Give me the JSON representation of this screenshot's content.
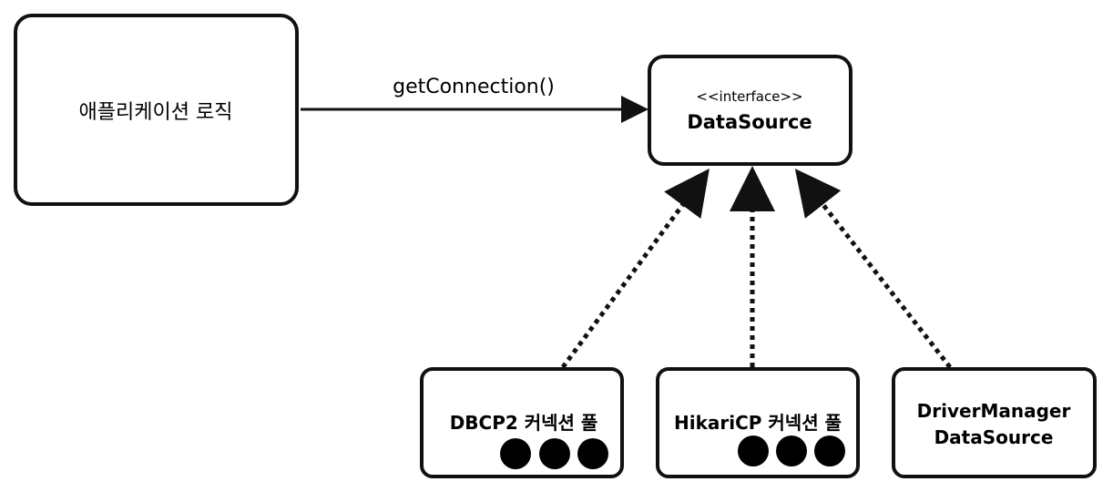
{
  "diagram": {
    "nodes": {
      "app_logic": {
        "label": "애플리케이션 로직"
      },
      "datasource": {
        "stereotype": "<<interface>>",
        "label": "DataSource"
      },
      "dbcp2": {
        "label": "DBCP2 커넥션 풀",
        "pool_circles": 3
      },
      "hikaricp": {
        "label": "HikariCP 커넥션 풀",
        "pool_circles": 3
      },
      "driver_manager": {
        "label_line1": "DriverManager",
        "label_line2": "DataSource"
      }
    },
    "edges": {
      "call": {
        "label": "getConnection()",
        "style": "solid",
        "from": "app_logic",
        "to": "datasource"
      },
      "impl_dbcp2": {
        "style": "dotted",
        "from": "dbcp2",
        "to": "datasource"
      },
      "impl_hikaricp": {
        "style": "dotted",
        "from": "hikaricp",
        "to": "datasource"
      },
      "impl_driver_manager": {
        "style": "dotted",
        "from": "driver_manager",
        "to": "datasource"
      }
    },
    "colors": {
      "stroke": "#111111",
      "fill": "#ffffff",
      "pool_circle": "#000000"
    }
  }
}
